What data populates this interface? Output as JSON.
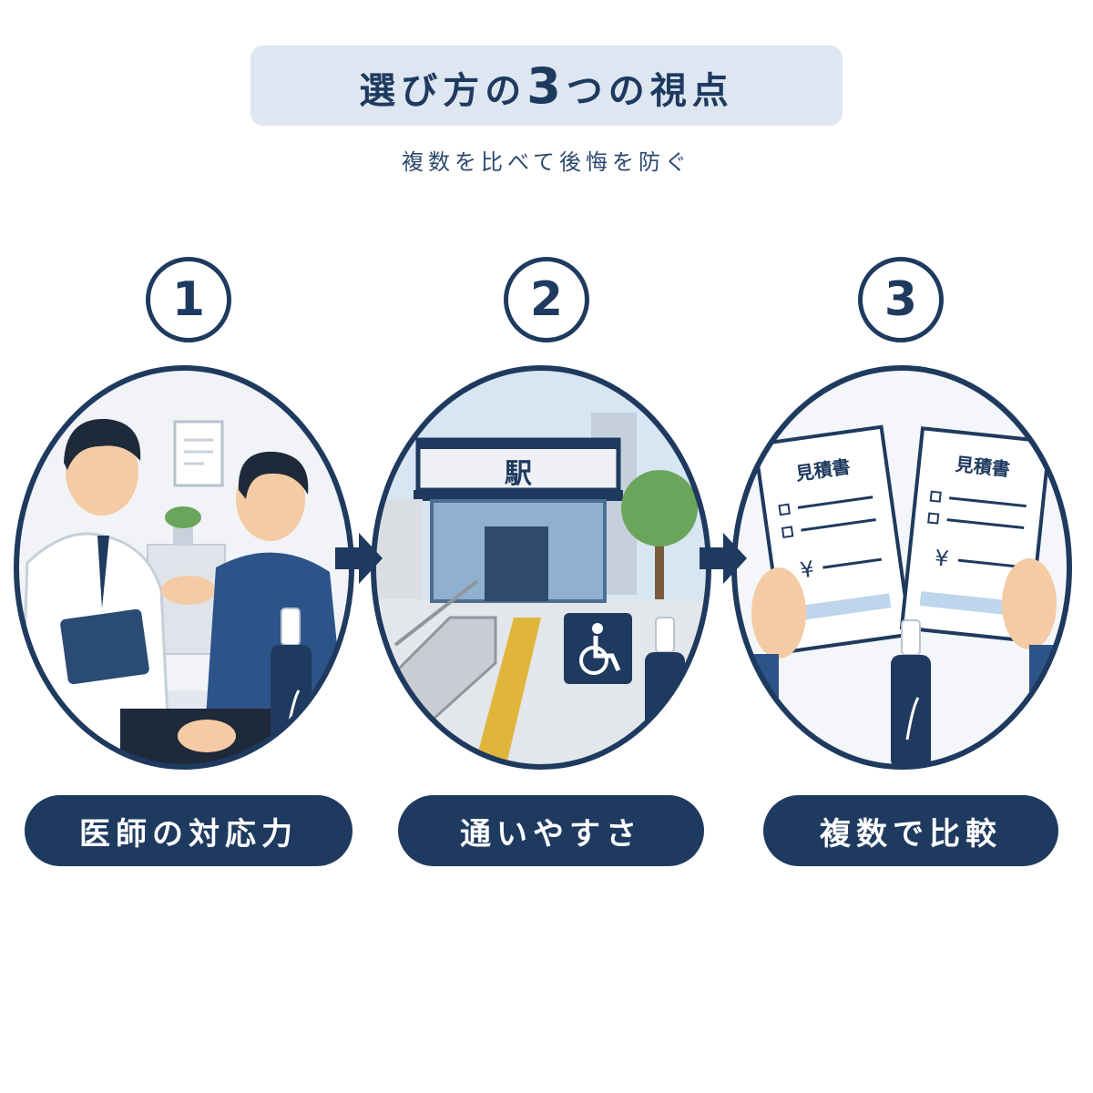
{
  "header": {
    "title_pre": "選び方の",
    "title_num": "3",
    "title_post": "つの視点",
    "subtitle": "複数を比べて後悔を防ぐ"
  },
  "steps": [
    {
      "number": "1",
      "label": "医師の対応力"
    },
    {
      "number": "2",
      "label": "通いやすさ",
      "sign": "駅"
    },
    {
      "number": "3",
      "label": "複数で比較",
      "doc_title": "見積書",
      "currency": "¥"
    }
  ],
  "colors": {
    "navy": "#1f3a5f",
    "title_bg": "#dde6f1",
    "accent_yellow": "#e0b53c"
  }
}
